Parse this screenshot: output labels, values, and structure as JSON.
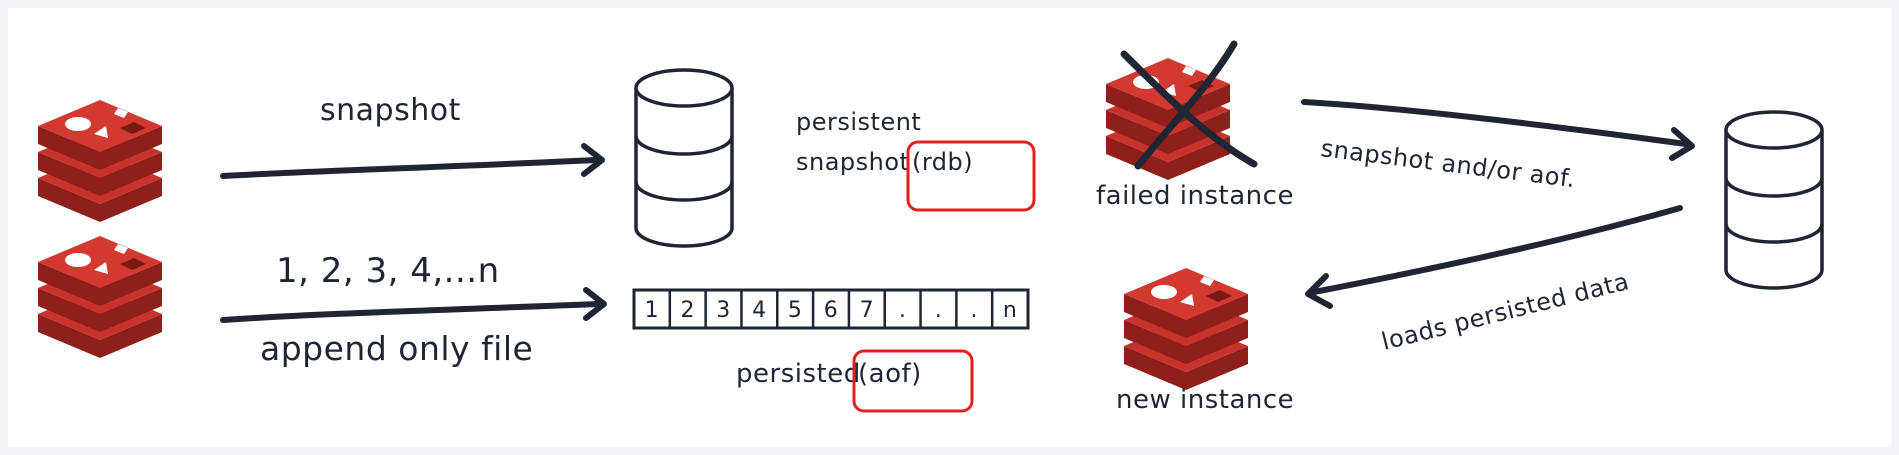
{
  "labels": {
    "snapshot": "snapshot",
    "sequence": "1, 2, 3, 4,...n",
    "append_only_file": "append only file",
    "persistent": "persistent",
    "snapshot2": "snapshot",
    "rdb": "(rdb)",
    "persisted": "persisted",
    "aof": "(aof)",
    "failed_instance": "failed instance",
    "new_instance": "new instance",
    "snapshot_and_or_aof": "snapshot and/or aof.",
    "loads_persisted_data": "loads persisted data"
  },
  "aof_cells": [
    "1",
    "2",
    "3",
    "4",
    "5",
    "6",
    "7",
    ".",
    ".",
    ".",
    "n"
  ],
  "colors": {
    "ink": "#1f2533",
    "redis_red": "#c7332c",
    "redis_dark": "#8e1f1a",
    "highlight_box": "#e32020"
  },
  "icons": [
    "redis-icon",
    "database-icon",
    "arrow-icon",
    "cross-icon"
  ]
}
